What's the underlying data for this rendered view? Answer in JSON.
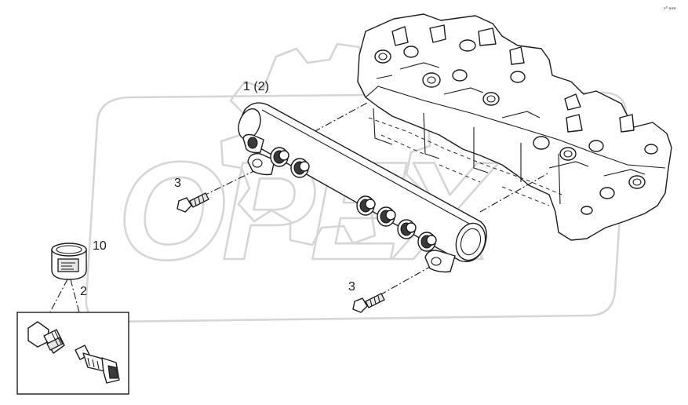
{
  "diagram": {
    "callouts": {
      "rail": "1 (2)",
      "screw_upper": "3",
      "screw_lower": "3",
      "sensor_kit": "10",
      "sensor": "2"
    },
    "corner_mark": "sº aaa",
    "watermark": {
      "text": "OPEX",
      "color": "#d6d6d6"
    },
    "icons": {
      "rail": "fuel-rail-icon",
      "cylinder_head": "cylinder-head-icon",
      "screw": "screw-icon",
      "kit_can": "sensor-kit-icon",
      "sensor": "pressure-sensor-icon"
    },
    "colors": {
      "line": "#1c1c1c",
      "watermark": "#d6d6d6",
      "background": "#ffffff"
    }
  }
}
